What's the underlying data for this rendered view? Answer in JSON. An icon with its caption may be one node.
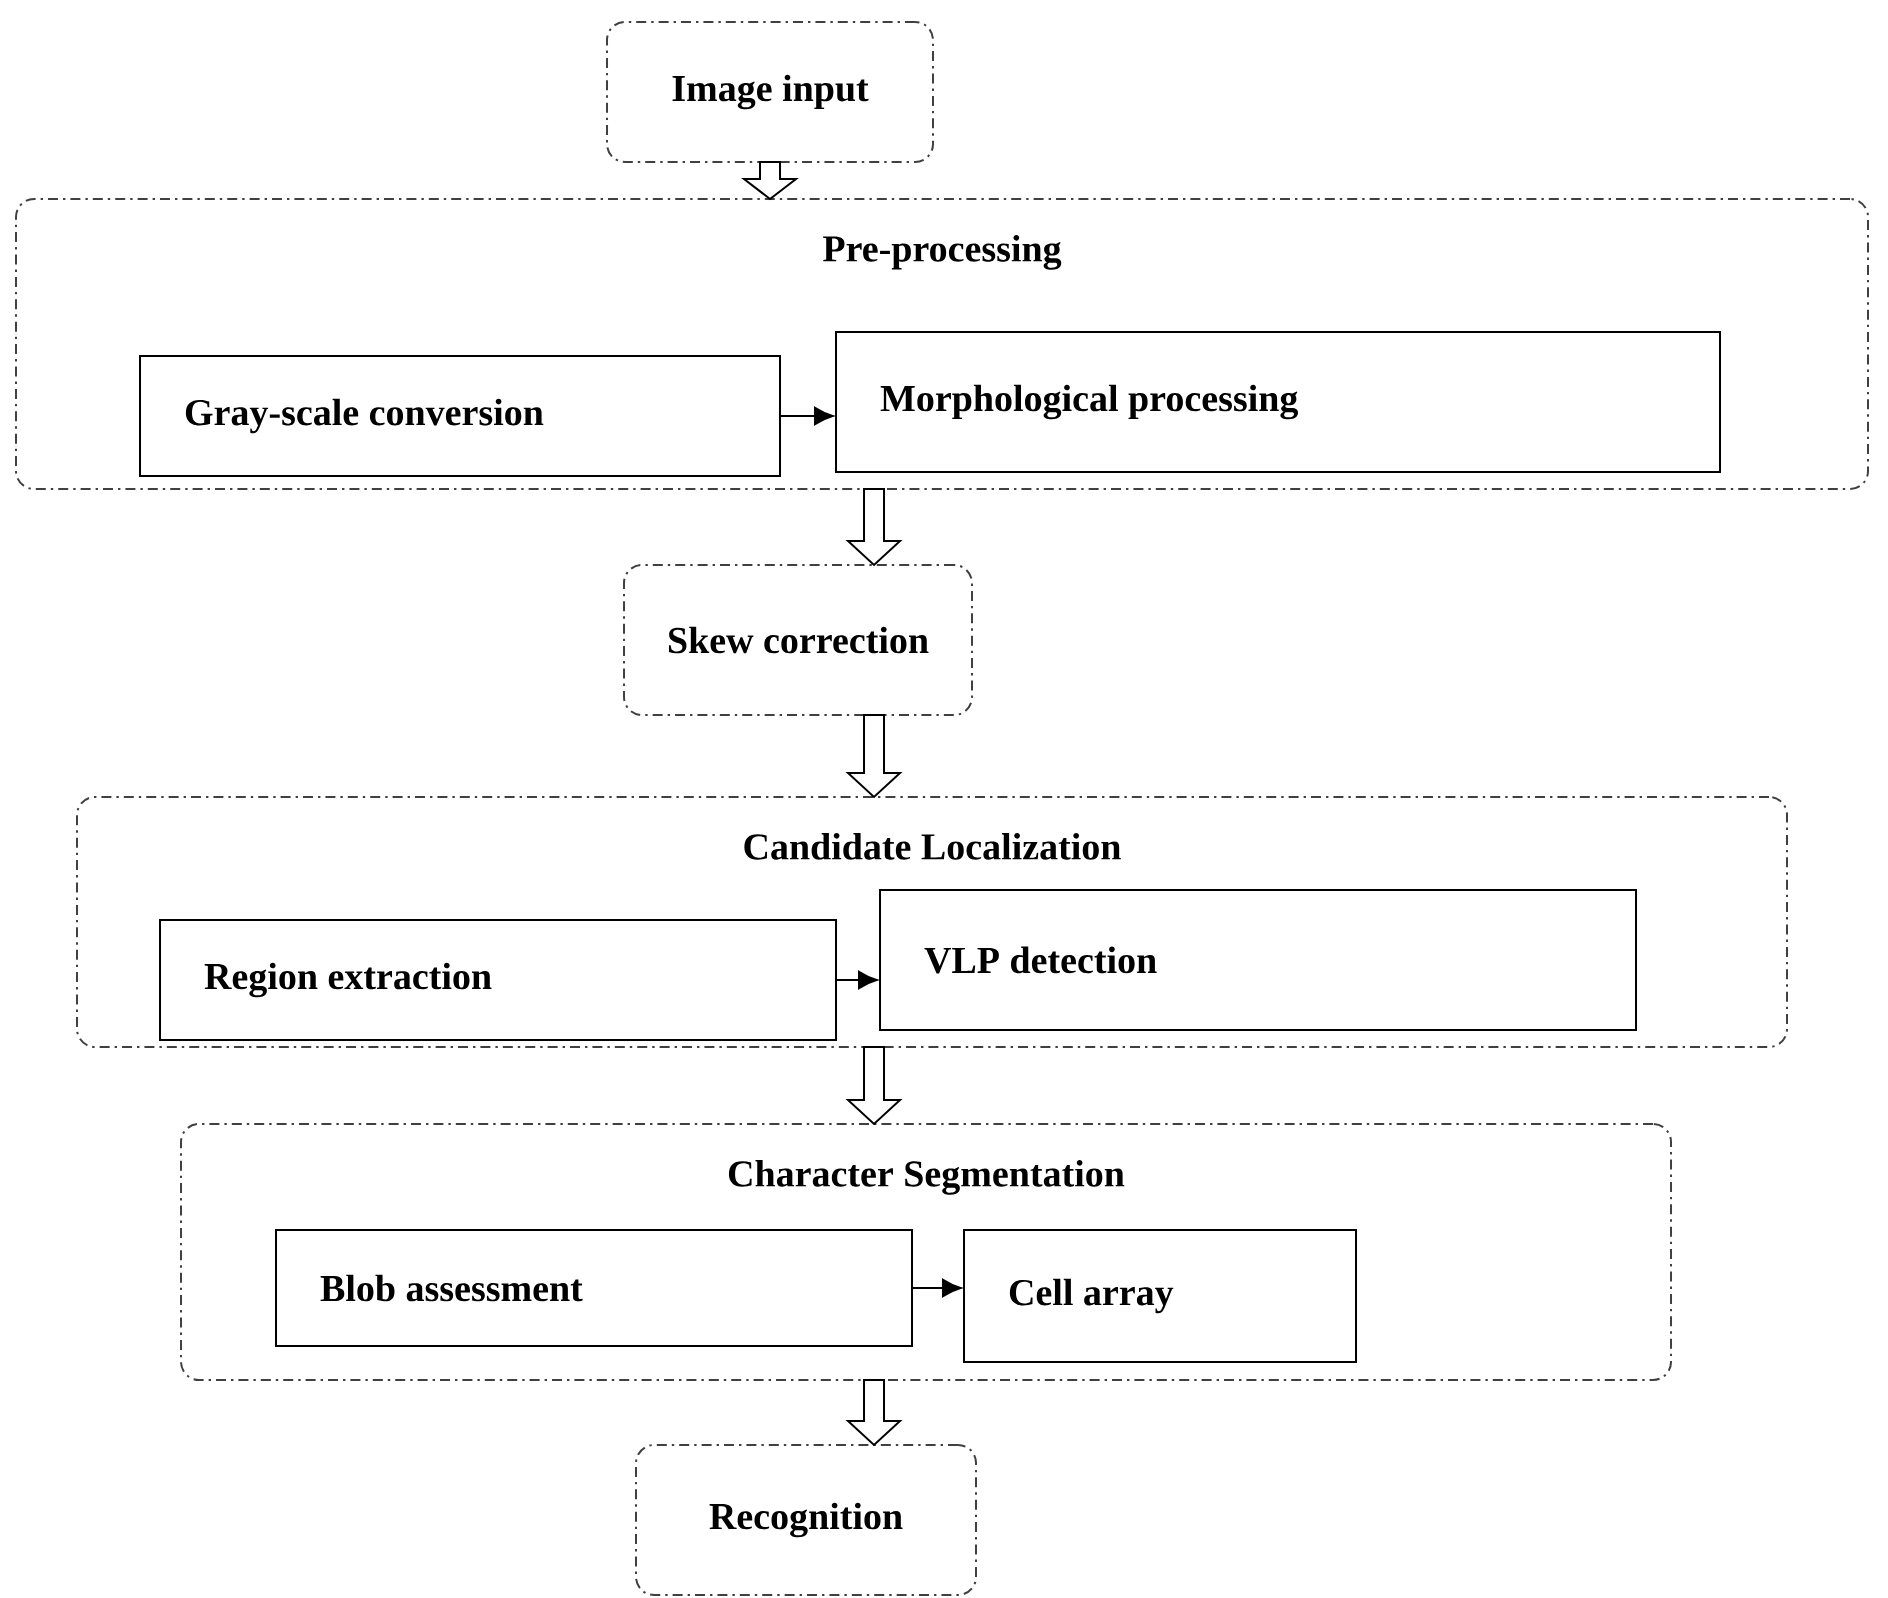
{
  "diagram": {
    "nodes": [
      {
        "text": [
          "Image input"
        ]
      },
      {
        "text": [
          "Pre-processing"
        ]
      },
      {
        "text": [
          "Gray-scale conversion"
        ],
        "in": 1
      },
      {
        "text": [
          "Morphological processing"
        ],
        "in": 1
      },
      {
        "text": [
          "Skew correction"
        ]
      },
      {
        "text": [
          "Candidate Localization"
        ]
      },
      {
        "text": [
          "Region extraction"
        ],
        "in": 5
      },
      {
        "text": [
          "VLP detection"
        ],
        "in": 5
      },
      {
        "text": [
          "Character Segmentation"
        ]
      },
      {
        "text": [
          "Blob assessment"
        ],
        "in": 8
      },
      {
        "text": [
          "Cell array"
        ],
        "in": 8
      },
      {
        "text": [
          "Recognition"
        ]
      }
    ],
    "edges": [
      {
        "from": 0,
        "to": 1,
        "arrow": "to",
        "style": "thick"
      },
      {
        "from": 2,
        "to": 3,
        "arrow": "to"
      },
      {
        "from": 1,
        "to": 4,
        "arrow": "to",
        "style": "thick"
      },
      {
        "from": 4,
        "to": 5,
        "arrow": "to",
        "style": "thick"
      },
      {
        "from": 6,
        "to": 7,
        "arrow": "to"
      },
      {
        "from": 5,
        "to": 8,
        "arrow": "to",
        "style": "thick"
      },
      {
        "from": 9,
        "to": 10,
        "arrow": "to"
      },
      {
        "from": 8,
        "to": 11,
        "arrow": "to",
        "style": "thick"
      }
    ]
  }
}
